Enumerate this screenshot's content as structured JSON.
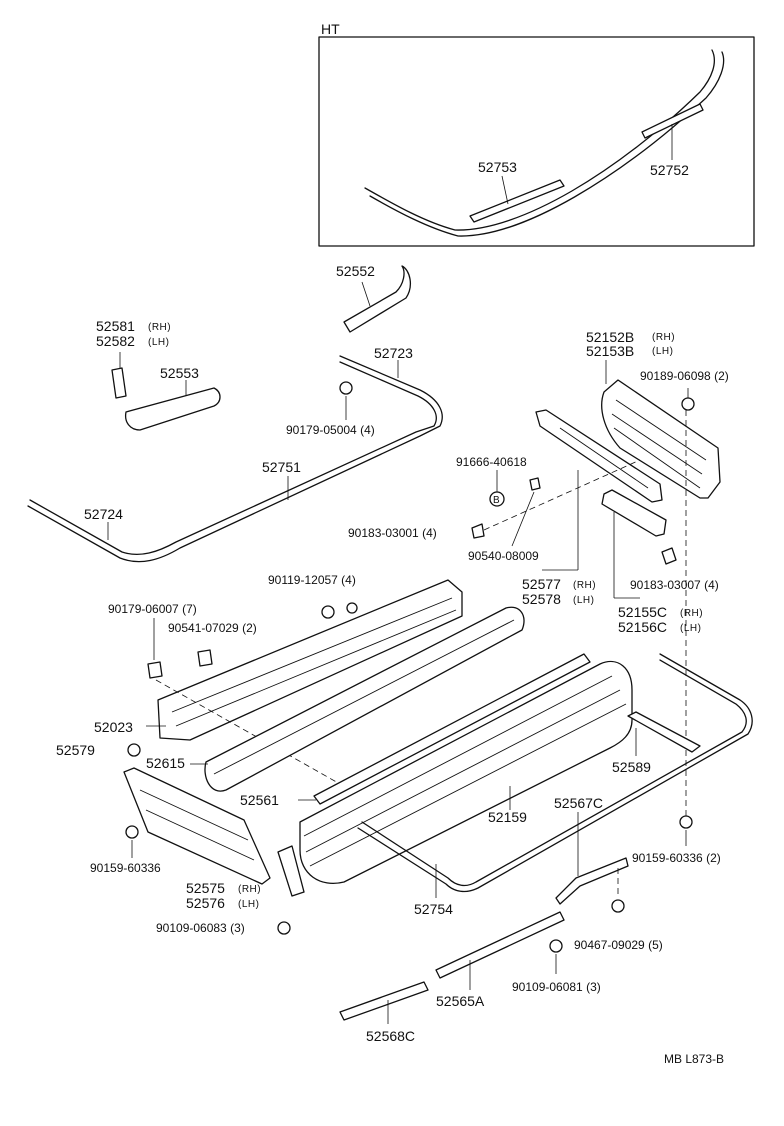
{
  "inset": {
    "label": "HT"
  },
  "parts": {
    "p52753": "52753",
    "p52752": "52752",
    "p52552": "52552",
    "p52581": "52581",
    "p52582": "52582",
    "p52553": "52553",
    "p52723": "52723",
    "p52152B": "52152B",
    "p52153B": "52153B",
    "p90189_06098": "90189-06098 (2)",
    "p90179_05004": "90179-05004 (4)",
    "p52751": "52751",
    "p91666_40618": "91666-40618",
    "p52724": "52724",
    "p90183_03001": "90183-03001 (4)",
    "p90540_08009": "90540-08009",
    "p52577": "52577",
    "p52578": "52578",
    "p90183_03007": "90183-03007 (4)",
    "p90119_12057": "90119-12057 (4)",
    "p90179_06007": "90179-06007 (7)",
    "p90541_07029": "90541-07029 (2)",
    "p52155C": "52155C",
    "p52156C": "52156C",
    "p52023": "52023",
    "p52579": "52579",
    "p52615": "52615",
    "p52589": "52589",
    "p52561": "52561",
    "p52159": "52159",
    "p52567C": "52567C",
    "p90159_60336_left": "90159-60336",
    "p90159_60336_right": "90159-60336 (2)",
    "p52575": "52575",
    "p52576": "52576",
    "p52754": "52754",
    "p90109_06083": "90109-06083 (3)",
    "p90467_09029": "90467-09029 (5)",
    "p90109_06081": "90109-06081 (3)",
    "p52565A": "52565A",
    "p52568C": "52568C"
  },
  "tags": {
    "rh": "(RH)",
    "lh": "(LH)",
    "b": "B"
  },
  "footer": {
    "code": "MB  L873-B"
  }
}
